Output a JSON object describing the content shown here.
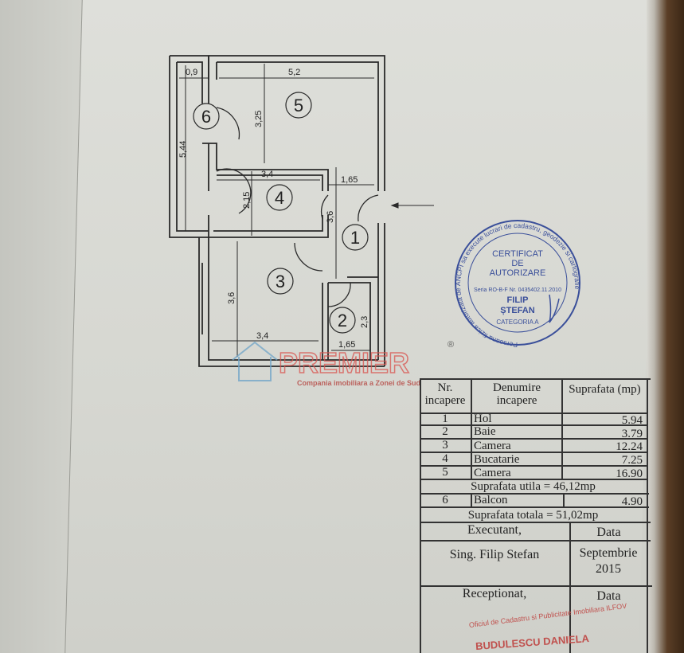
{
  "plan": {
    "rooms": [
      {
        "number": "1"
      },
      {
        "number": "2"
      },
      {
        "number": "3"
      },
      {
        "number": "4"
      },
      {
        "number": "5"
      },
      {
        "number": "6"
      }
    ],
    "dimensions": {
      "balcony_width": "0,9",
      "room5_width": "5,2",
      "room5_depth": "3,25",
      "balcony_length": "5,44",
      "room4_width": "3,4",
      "room4_depth": "2,15",
      "hall_width": "1,65",
      "hall_length": "3,6",
      "room3_depth": "3,6",
      "room3_width": "3,4",
      "bath_depth": "2,3",
      "bath_width": "1,65"
    }
  },
  "watermark": {
    "brand": "PREMIER",
    "registered": "®",
    "tagline": "Compania imobiliara a Zonei de Sud"
  },
  "stamp": {
    "ring_top": "Persoana fizica autorizata de ANCPI sa execute lucrari de cadastru, geodezie si cartografie",
    "line1": "CERTIFICAT",
    "line2": "DE",
    "line3": "AUTORIZARE",
    "serial": "Seria RO-B-F Nr. 0435402.11.2010",
    "name1": "FILIP",
    "name2": "ȘTEFAN",
    "category": "CATEGORIA A",
    "color": "#3a4f9a"
  },
  "table": {
    "headers": {
      "nr": "Nr. incapere",
      "name": "Denumire incapere",
      "area": "Suprafata (mp)"
    },
    "rows": [
      {
        "nr": "1",
        "name": "Hol",
        "area": "5.94"
      },
      {
        "nr": "2",
        "name": "Baie",
        "area": "3.79"
      },
      {
        "nr": "3",
        "name": "Camera",
        "area": "12.24"
      },
      {
        "nr": "4",
        "name": "Bucatarie",
        "area": "7.25"
      },
      {
        "nr": "5",
        "name": "Camera",
        "area": "16.90"
      }
    ],
    "useful_area": "Suprafata utila = 46,12mp",
    "balcony": {
      "nr": "6",
      "name": "Balcon",
      "area": "4.90"
    },
    "total_area": "Suprafata totala = 51,02mp",
    "executant_label": "Executant,",
    "date_label": "Data",
    "executant": "Sing. Filip  Stefan",
    "executant_date": "Septembrie 2015",
    "receptionat_label": "Receptionat,",
    "date_label2": "Data",
    "office_stamp": "Oficiul de Cadastru si Publicitate Imobiliara ILFOV",
    "office_name": "BUDULESCU DANIELA"
  }
}
